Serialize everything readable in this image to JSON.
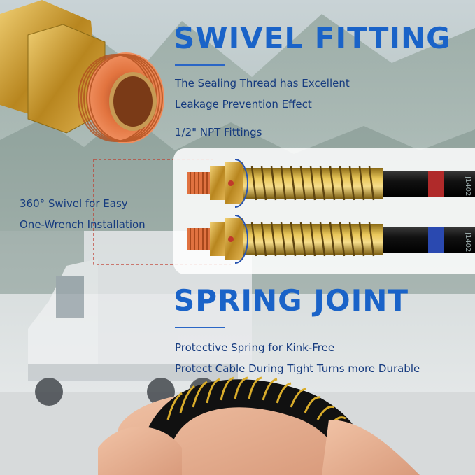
{
  "headings": {
    "swivel": "SWIVEL FITTING",
    "spring": "SPRING JOINT"
  },
  "swivel_desc": {
    "line1": "The Sealing Thread has Excellent",
    "line2": "Leakage Prevention Effect",
    "line3": "1/2\" NPT Fittings"
  },
  "callout": {
    "line1": "360° Swivel for Easy",
    "line2": "One-Wrench Installation"
  },
  "spring_desc": {
    "line1": "Protective Spring for Kink-Free",
    "line2": "Protect  Cable During Tight Turns more Durable"
  },
  "hose_labels": {
    "top": "J1402",
    "bottom": "J1402"
  },
  "colors": {
    "heading": "#1a63c8",
    "text": "#153a7e",
    "red_band": "#b02a2a",
    "blue_band": "#2a49b0",
    "brass": "#c9a232",
    "thread_red": "#d9663a"
  }
}
